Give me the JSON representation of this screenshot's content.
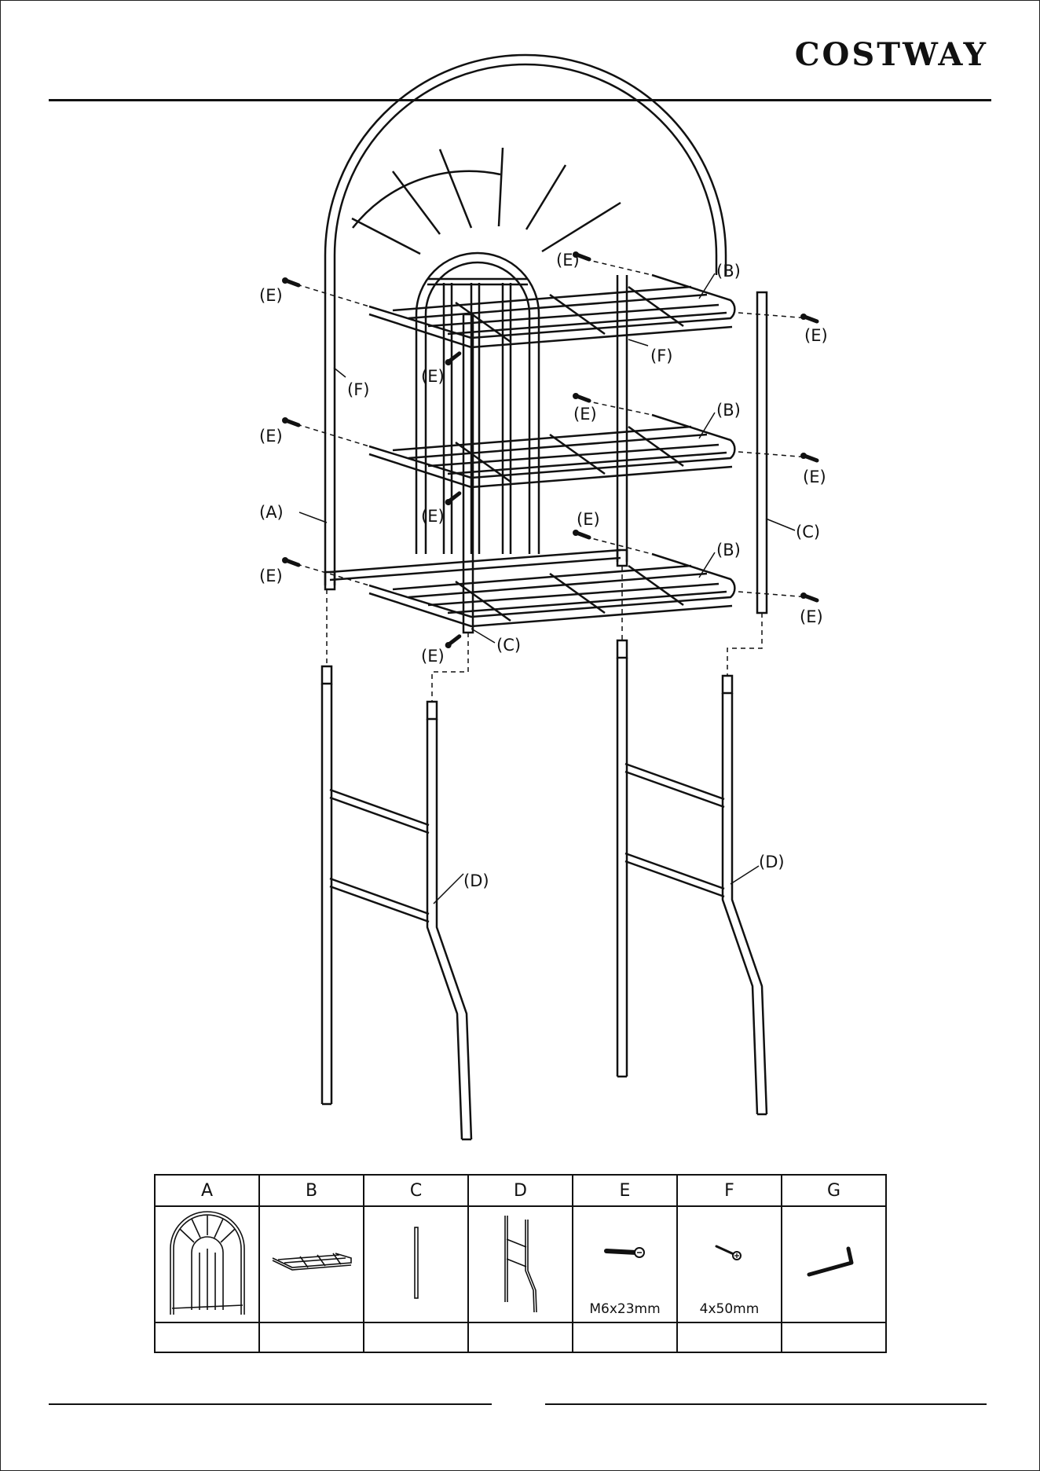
{
  "brand": "COSTWAY",
  "callouts": {
    "A": "(A)",
    "B": "(B)",
    "C": "(C)",
    "D": "(D)",
    "E": "(E)",
    "F": "(F)"
  },
  "parts_table": {
    "headers": [
      "A",
      "B",
      "C",
      "D",
      "E",
      "F",
      "G"
    ],
    "sizes": {
      "E": "M6x23mm",
      "F": "4x50mm"
    },
    "quantities": [
      "",
      "",
      "",
      "",
      "",
      "",
      ""
    ]
  }
}
